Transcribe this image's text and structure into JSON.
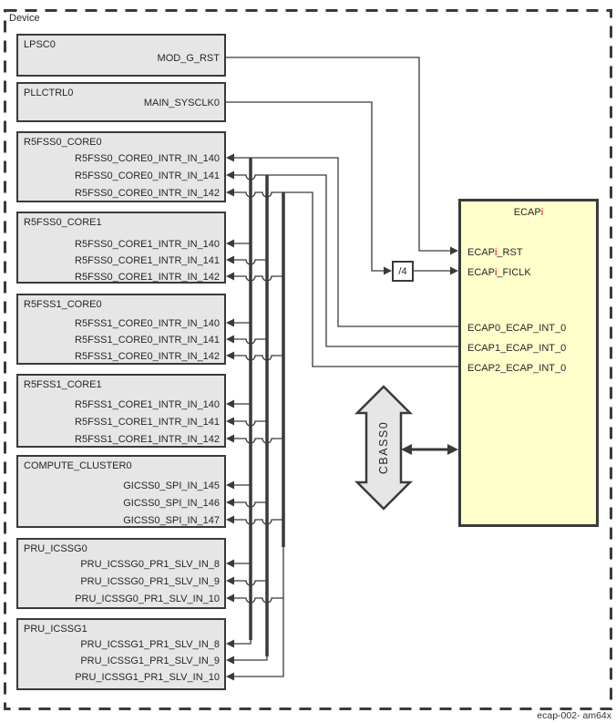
{
  "device_label": "Device",
  "caption": "ecap-002- am64x",
  "blocks": [
    {
      "title": "LPSC0",
      "signals": [
        "MOD_G_RST"
      ]
    },
    {
      "title": "PLLCTRL0",
      "signals": [
        "MAIN_SYSCLK0"
      ]
    },
    {
      "title": "R5FSS0_CORE0",
      "signals": [
        "R5FSS0_CORE0_INTR_IN_140",
        "R5FSS0_CORE0_INTR_IN_141",
        "R5FSS0_CORE0_INTR_IN_142"
      ]
    },
    {
      "title": "R5FSS0_CORE1",
      "signals": [
        "R5FSS0_CORE1_INTR_IN_140",
        "R5FSS0_CORE1_INTR_IN_141",
        "R5FSS0_CORE1_INTR_IN_142"
      ]
    },
    {
      "title": "R5FSS1_CORE0",
      "signals": [
        "R5FSS1_CORE0_INTR_IN_140",
        "R5FSS1_CORE0_INTR_IN_141",
        "R5FSS1_CORE0_INTR_IN_142"
      ]
    },
    {
      "title": "R5FSS1_CORE1",
      "signals": [
        "R5FSS1_CORE1_INTR_IN_140",
        "R5FSS1_CORE1_INTR_IN_141",
        "R5FSS1_CORE1_INTR_IN_142"
      ]
    },
    {
      "title": "COMPUTE_CLUSTER0",
      "signals": [
        "GICSS0_SPI_IN_145",
        "GICSS0_SPI_IN_146",
        "GICSS0_SPI_IN_147"
      ]
    },
    {
      "title": "PRU_ICSSG0",
      "signals": [
        "PRU_ICSSG0_PR1_SLV_IN_8",
        "PRU_ICSSG0_PR1_SLV_IN_9",
        "PRU_ICSSG0_PR1_SLV_IN_10"
      ]
    },
    {
      "title": "PRU_ICSSG1",
      "signals": [
        "PRU_ICSSG1_PR1_SLV_IN_8",
        "PRU_ICSSG1_PR1_SLV_IN_9",
        "PRU_ICSSG1_PR1_SLV_IN_10"
      ]
    }
  ],
  "ecap": {
    "title": "ECAPi",
    "inputs": [
      "ECAPi_RST",
      "ECAPi_FICLK"
    ],
    "outputs": [
      "ECAP0_ECAP_INT_0",
      "ECAP1_ECAP_INT_0",
      "ECAP2_ECAP_INT_0"
    ]
  },
  "divider_label": "/4",
  "interconnect_label": "CBASS0",
  "colors": {
    "block_fill": "#e6e6e6",
    "ecap_fill": "#ffffcc",
    "line": "#3a3a3a",
    "accent_red": "#e60000",
    "text": "#262626"
  }
}
